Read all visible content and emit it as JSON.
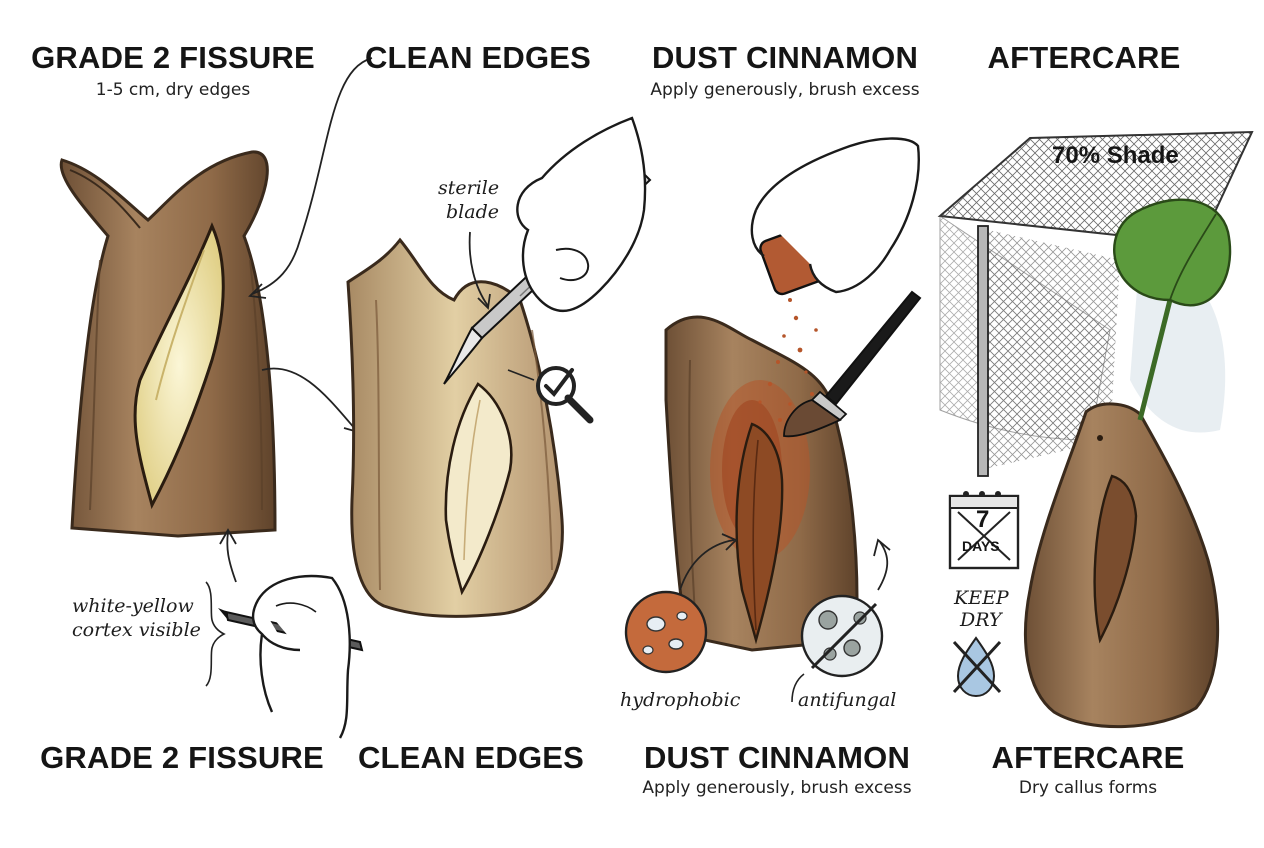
{
  "top_titles": [
    {
      "title": "GRADE 2 FISSURE",
      "subtitle": "1-5 cm, dry edges"
    },
    {
      "title": "CLEAN EDGES",
      "subtitle": ""
    },
    {
      "title": "DUST CINNAMON",
      "subtitle": "Apply generously, brush excess"
    },
    {
      "title": "AFTERCARE",
      "subtitle": ""
    }
  ],
  "bottom_titles": [
    {
      "title": "GRADE 2 FISSURE",
      "subtitle": ""
    },
    {
      "title": "CLEAN EDGES",
      "subtitle": ""
    },
    {
      "title": "DUST CINNAMON",
      "subtitle": "Apply generously, brush excess"
    },
    {
      "title": "AFTERCARE",
      "subtitle": "Dry callus forms"
    }
  ],
  "annotations": {
    "cortex_line1": "white-yellow",
    "cortex_line2": "cortex visible",
    "blade_line1": "sterile",
    "blade_line2": "blade",
    "hydrophobic": "hydrophobic",
    "antifungal": "antifungal",
    "shade": "70% Shade",
    "days_number": "7",
    "days_word": "DAYS",
    "keep_line1": "KEEP",
    "keep_line2": "DRY"
  },
  "icons": [
    "magnifier-check-icon",
    "calendar-icon",
    "no-water-drop-icon",
    "pen-icon",
    "scalpel-icon",
    "brush-icon",
    "cinnamon-jar-icon"
  ],
  "colors": {
    "bark": "#9a7655",
    "bark_dark": "#5a4029",
    "cortex": "#f1e6b0",
    "cinnamon": "#b5552a",
    "leaf": "#5c9a3c",
    "ink": "#151515"
  }
}
